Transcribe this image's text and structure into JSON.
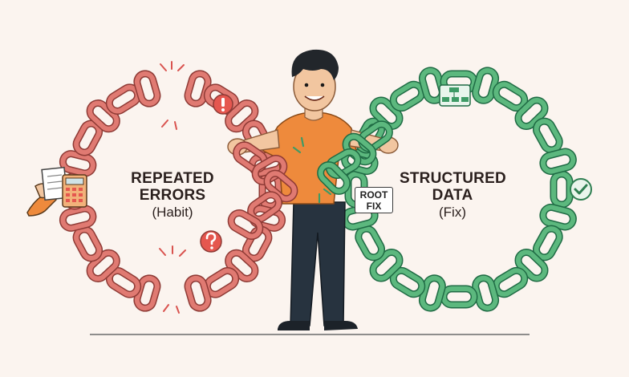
{
  "left_loop": {
    "line1": "REPEATED",
    "line2": "ERRORS",
    "line3": "(Habit)",
    "chain_color": "#E07A72",
    "chain_outline": "#8E3A35"
  },
  "right_loop": {
    "line1": "STRUCTURED",
    "line2": "DATA",
    "line3": "(Fix)",
    "chain_color": "#5CB87E",
    "chain_outline": "#1F6B44"
  },
  "badge": {
    "line1": "ROOT",
    "line2": "FIX"
  },
  "icons": [
    "exclamation-icon",
    "question-icon",
    "check-icon",
    "calculator-icon",
    "flowchart-icon"
  ],
  "colors": {
    "background": "#FBF4EF",
    "shirt": "#EE8A3C",
    "pants": "#27333F",
    "accent_red": "#D9534F",
    "accent_green": "#3E9B66"
  }
}
